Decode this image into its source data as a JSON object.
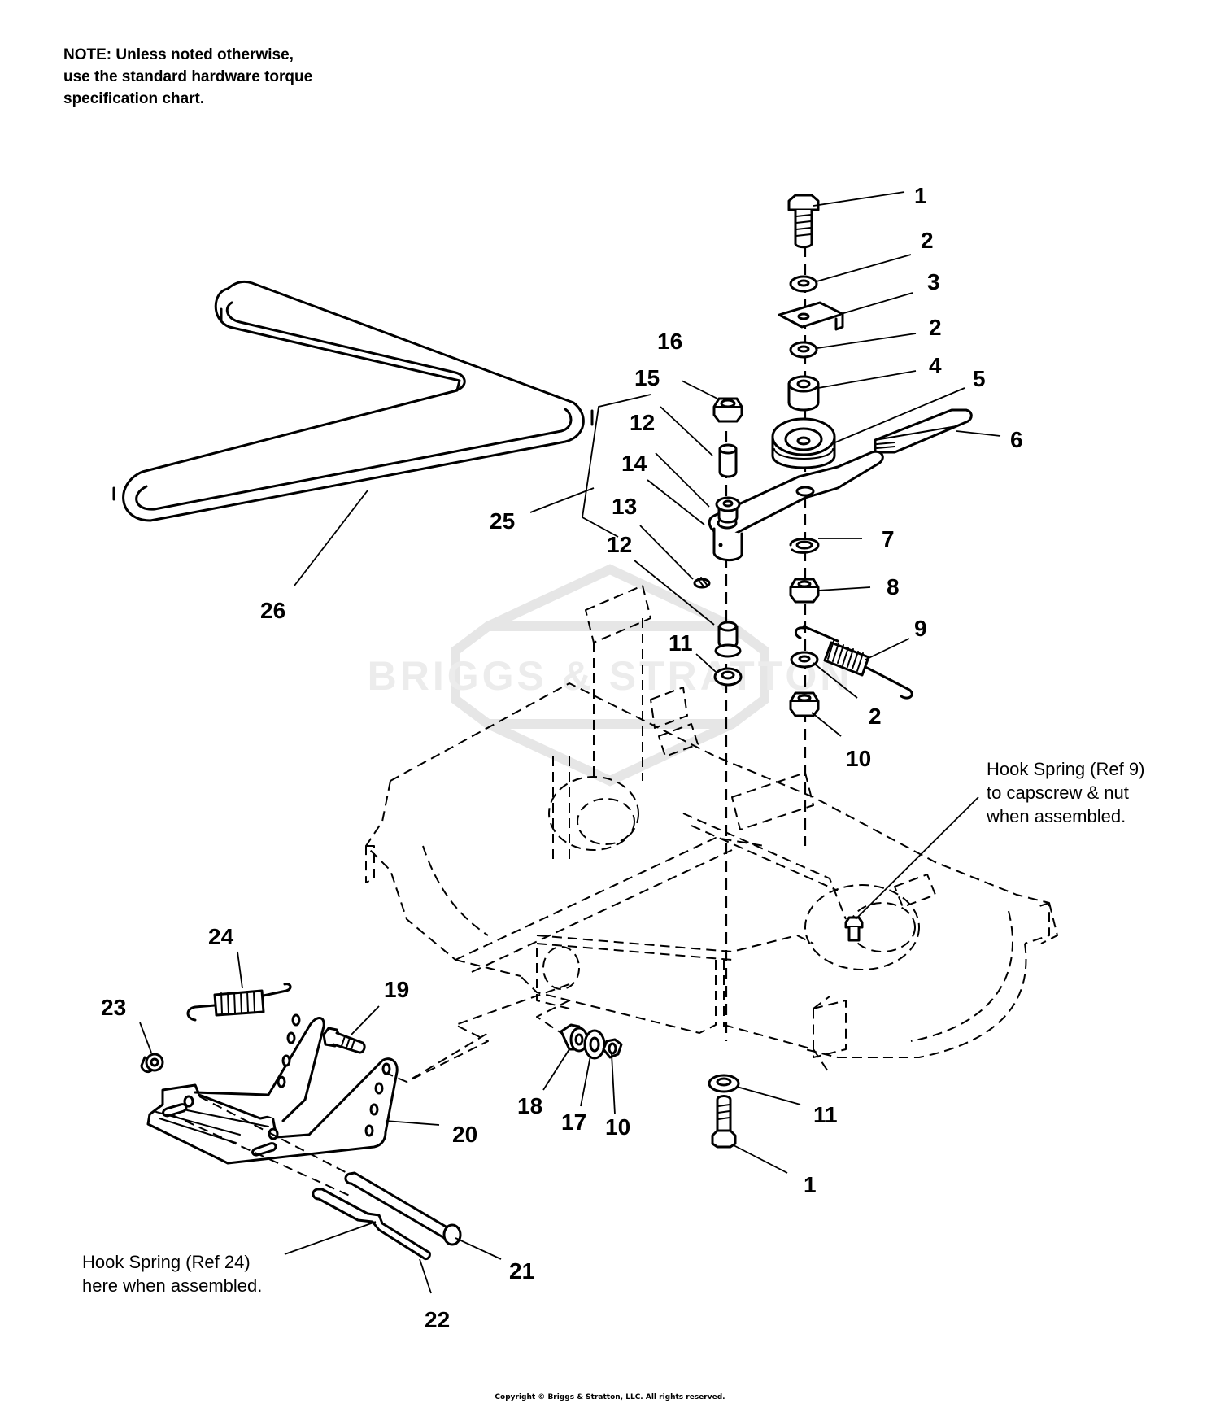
{
  "note": {
    "lines": [
      "NOTE: Unless noted otherwise,",
      "use the standard hardware torque",
      "specification chart."
    ]
  },
  "watermark": {
    "text": "BRIGGS & STRATTON"
  },
  "callouts": {
    "hook_spring_ref9": {
      "lines": [
        "Hook Spring (Ref 9)",
        "to capscrew & nut",
        "when assembled."
      ]
    },
    "hook_spring_ref24": {
      "lines": [
        "Hook Spring (Ref 24)",
        "here when assembled."
      ]
    }
  },
  "labels": [
    {
      "id": "1-top",
      "ref": "1",
      "part": "capscrew"
    },
    {
      "id": "2-a",
      "ref": "2",
      "part": "washer"
    },
    {
      "id": "3",
      "ref": "3",
      "part": "bracket"
    },
    {
      "id": "2-b",
      "ref": "2",
      "part": "washer"
    },
    {
      "id": "4",
      "ref": "4",
      "part": "spacer"
    },
    {
      "id": "5",
      "ref": "5",
      "part": "idler-pulley"
    },
    {
      "id": "6",
      "ref": "6",
      "part": "grip"
    },
    {
      "id": "7",
      "ref": "7",
      "part": "lock-washer"
    },
    {
      "id": "8",
      "ref": "8",
      "part": "hex-nut"
    },
    {
      "id": "9",
      "ref": "9",
      "part": "extension-spring"
    },
    {
      "id": "2-c",
      "ref": "2",
      "part": "washer"
    },
    {
      "id": "10-a",
      "ref": "10",
      "part": "lock-nut"
    },
    {
      "id": "16",
      "ref": "16",
      "part": "hex-nut"
    },
    {
      "id": "15",
      "ref": "15",
      "part": "spacer"
    },
    {
      "id": "12-a",
      "ref": "12",
      "part": "bushing"
    },
    {
      "id": "14",
      "ref": "14",
      "part": "idler-arm"
    },
    {
      "id": "13",
      "ref": "13",
      "part": "grease-fitting"
    },
    {
      "id": "12-b",
      "ref": "12",
      "part": "bushing"
    },
    {
      "id": "11-a",
      "ref": "11",
      "part": "washer"
    },
    {
      "id": "25",
      "ref": "25",
      "part": "idler-arm-assembly"
    },
    {
      "id": "26",
      "ref": "26",
      "part": "v-belt"
    },
    {
      "id": "24",
      "ref": "24",
      "part": "extension-spring"
    },
    {
      "id": "23",
      "ref": "23",
      "part": "bushing"
    },
    {
      "id": "19",
      "ref": "19",
      "part": "capscrew"
    },
    {
      "id": "20",
      "ref": "20",
      "part": "deck-hanger-bracket"
    },
    {
      "id": "18",
      "ref": "18",
      "part": "spacer"
    },
    {
      "id": "17",
      "ref": "17",
      "part": "washer"
    },
    {
      "id": "10-b",
      "ref": "10",
      "part": "lock-nut"
    },
    {
      "id": "11-b",
      "ref": "11",
      "part": "washer"
    },
    {
      "id": "1-bottom",
      "ref": "1",
      "part": "capscrew"
    },
    {
      "id": "21",
      "ref": "21",
      "part": "pin"
    },
    {
      "id": "22",
      "ref": "22",
      "part": "rod"
    }
  ],
  "copyright": "Copyright © Briggs & Stratton, LLC. All rights reserved."
}
